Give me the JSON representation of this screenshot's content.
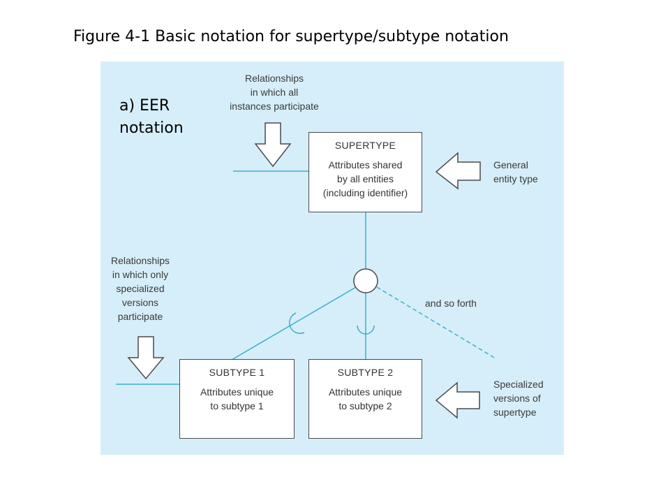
{
  "title": "Figure 4-1 Basic notation for supertype/subtype notation",
  "panel_label_line1": "a) EER",
  "panel_label_line2": "notation",
  "supertype": {
    "name": "SUPERTYPE",
    "desc": [
      "Attributes shared",
      "by all entities",
      "(including identifier)"
    ]
  },
  "subtype1": {
    "name": "SUBTYPE 1",
    "desc": [
      "Attributes unique",
      "to subtype 1"
    ]
  },
  "subtype2": {
    "name": "SUBTYPE 2",
    "desc": [
      "Attributes unique",
      "to subtype 2"
    ]
  },
  "annotations": {
    "all_instances": [
      "Relationships",
      "in which all",
      "instances participate"
    ],
    "general": [
      "General",
      "entity type"
    ],
    "specialized_only": [
      "Relationships",
      "in which only",
      "specialized",
      "versions",
      "participate"
    ],
    "so_forth": "and so forth",
    "specialized_versions": [
      "Specialized",
      "versions of",
      "supertype"
    ]
  },
  "colors": {
    "panel": "#d6eef9",
    "connector": "#3ab0cc",
    "box_border": "#4a4a4a"
  }
}
